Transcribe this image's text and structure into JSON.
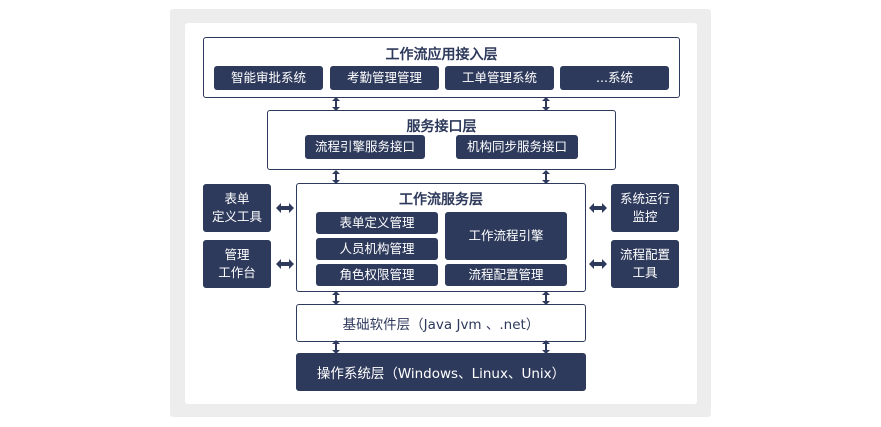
{
  "layers": {
    "app": {
      "title": "工作流应用接入层",
      "items": [
        "智能审批系统",
        "考勤管理管理",
        "工单管理系统",
        "...系统"
      ]
    },
    "service_api": {
      "title": "服务接口层",
      "items": [
        "流程引擎服务接口",
        "机构同步服务接口"
      ]
    },
    "workflow": {
      "title": "工作流服务层",
      "items": [
        "表单定义管理",
        "人员机构管理",
        "角色权限管理",
        "工作流程引擎",
        "流程配置管理"
      ]
    },
    "base_software": {
      "title": "基础软件层（Java Jvm 、.net）"
    },
    "os": {
      "title": "操作系统层（Windows、Linux、Unix）"
    }
  },
  "side_tools": {
    "left": [
      "表单\n定义工具",
      "管理\n工作台"
    ],
    "right": [
      "系统运行\n监控",
      "流程配置\n工具"
    ]
  },
  "colors": {
    "navy": "#2e3a5c",
    "frame": "#ededed"
  }
}
